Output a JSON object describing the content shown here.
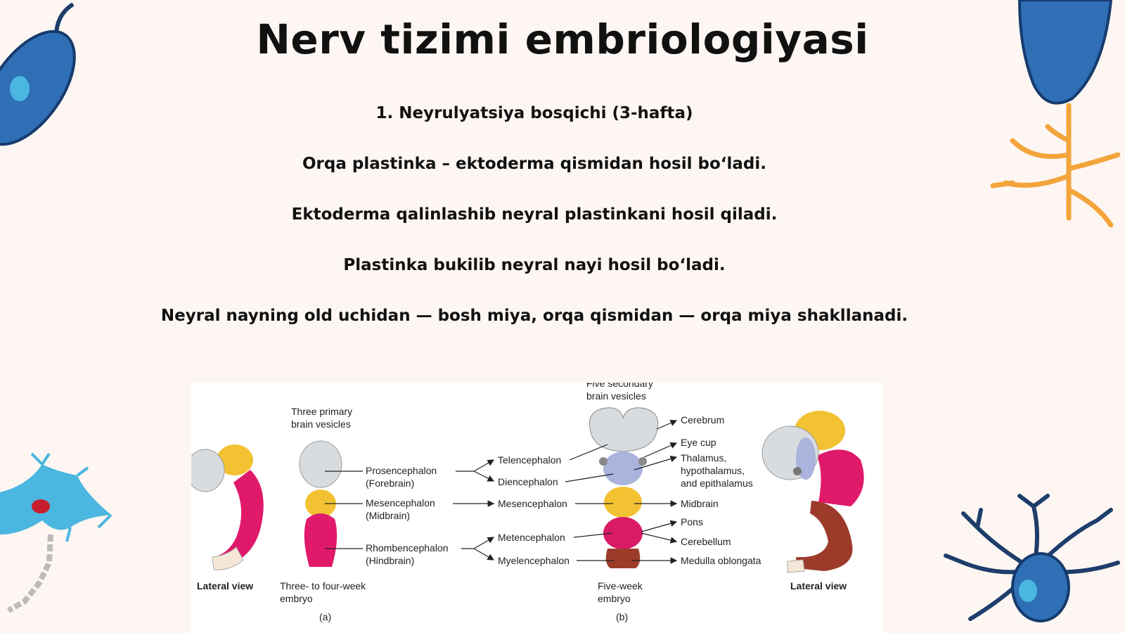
{
  "slide": {
    "title": "Nerv tizimi embriologiyasi",
    "lines": [
      "1. Neyrulyatsiya bosqichi (3-hafta)",
      "Orqa plastinka – ektoderma qismidan hosil bo‘ladi.",
      "Ektoderma qalinlashib neyral plastinkani hosil qiladi.",
      "Plastinka bukilib neyral nayi hosil bo‘ladi.",
      "Neyral nayning old uchidan — bosh miya, orqa qismidan — orqa miya shakllanadi."
    ]
  },
  "figure": {
    "left_panel": {
      "heading_1": "Three primary",
      "heading_2": "brain vesicles",
      "prosencephalon": "Prosencephalon",
      "forebrain": "(Forebrain)",
      "mesencephalon": "Mesencephalon",
      "midbrain": "(Midbrain)",
      "rhombencephalon": "Rhombencephalon",
      "hindbrain": "(Hindbrain)",
      "lateral_view": "Lateral view",
      "embryo_1": "Three- to four-week",
      "embryo_2": "embryo",
      "panel_letter": "(a)"
    },
    "right_panel": {
      "heading_1": "Five secondary",
      "heading_2": "brain vesicles",
      "telencephalon": "Telencephalon",
      "diencephalon": "Diencephalon",
      "mesencephalon": "Mesencephalon",
      "metencephalon": "Metencephalon",
      "myelencephalon": "Myelencephalon",
      "cerebrum": "Cerebrum",
      "eye_cup": "Eye cup",
      "thalamus_1": "Thalamus,",
      "thalamus_2": "hypothalamus,",
      "thalamus_3": "and epithalamus",
      "midbrain": "Midbrain",
      "pons": "Pons",
      "cerebellum": "Cerebellum",
      "medulla": "Medulla oblongata",
      "embryo_1": "Five-week",
      "embryo_2": "embryo",
      "lateral_view": "Lateral view",
      "panel_letter": "(b)"
    },
    "colors": {
      "forebrain": "#d9dcdf",
      "midbrain": "#f2c233",
      "hindbrain": "#e0196b",
      "diencephalon": "#aab4dc",
      "metencephalon": "#d91a66",
      "myelencephalon": "#9c3b2a",
      "cord": "#f6e6d8"
    }
  }
}
